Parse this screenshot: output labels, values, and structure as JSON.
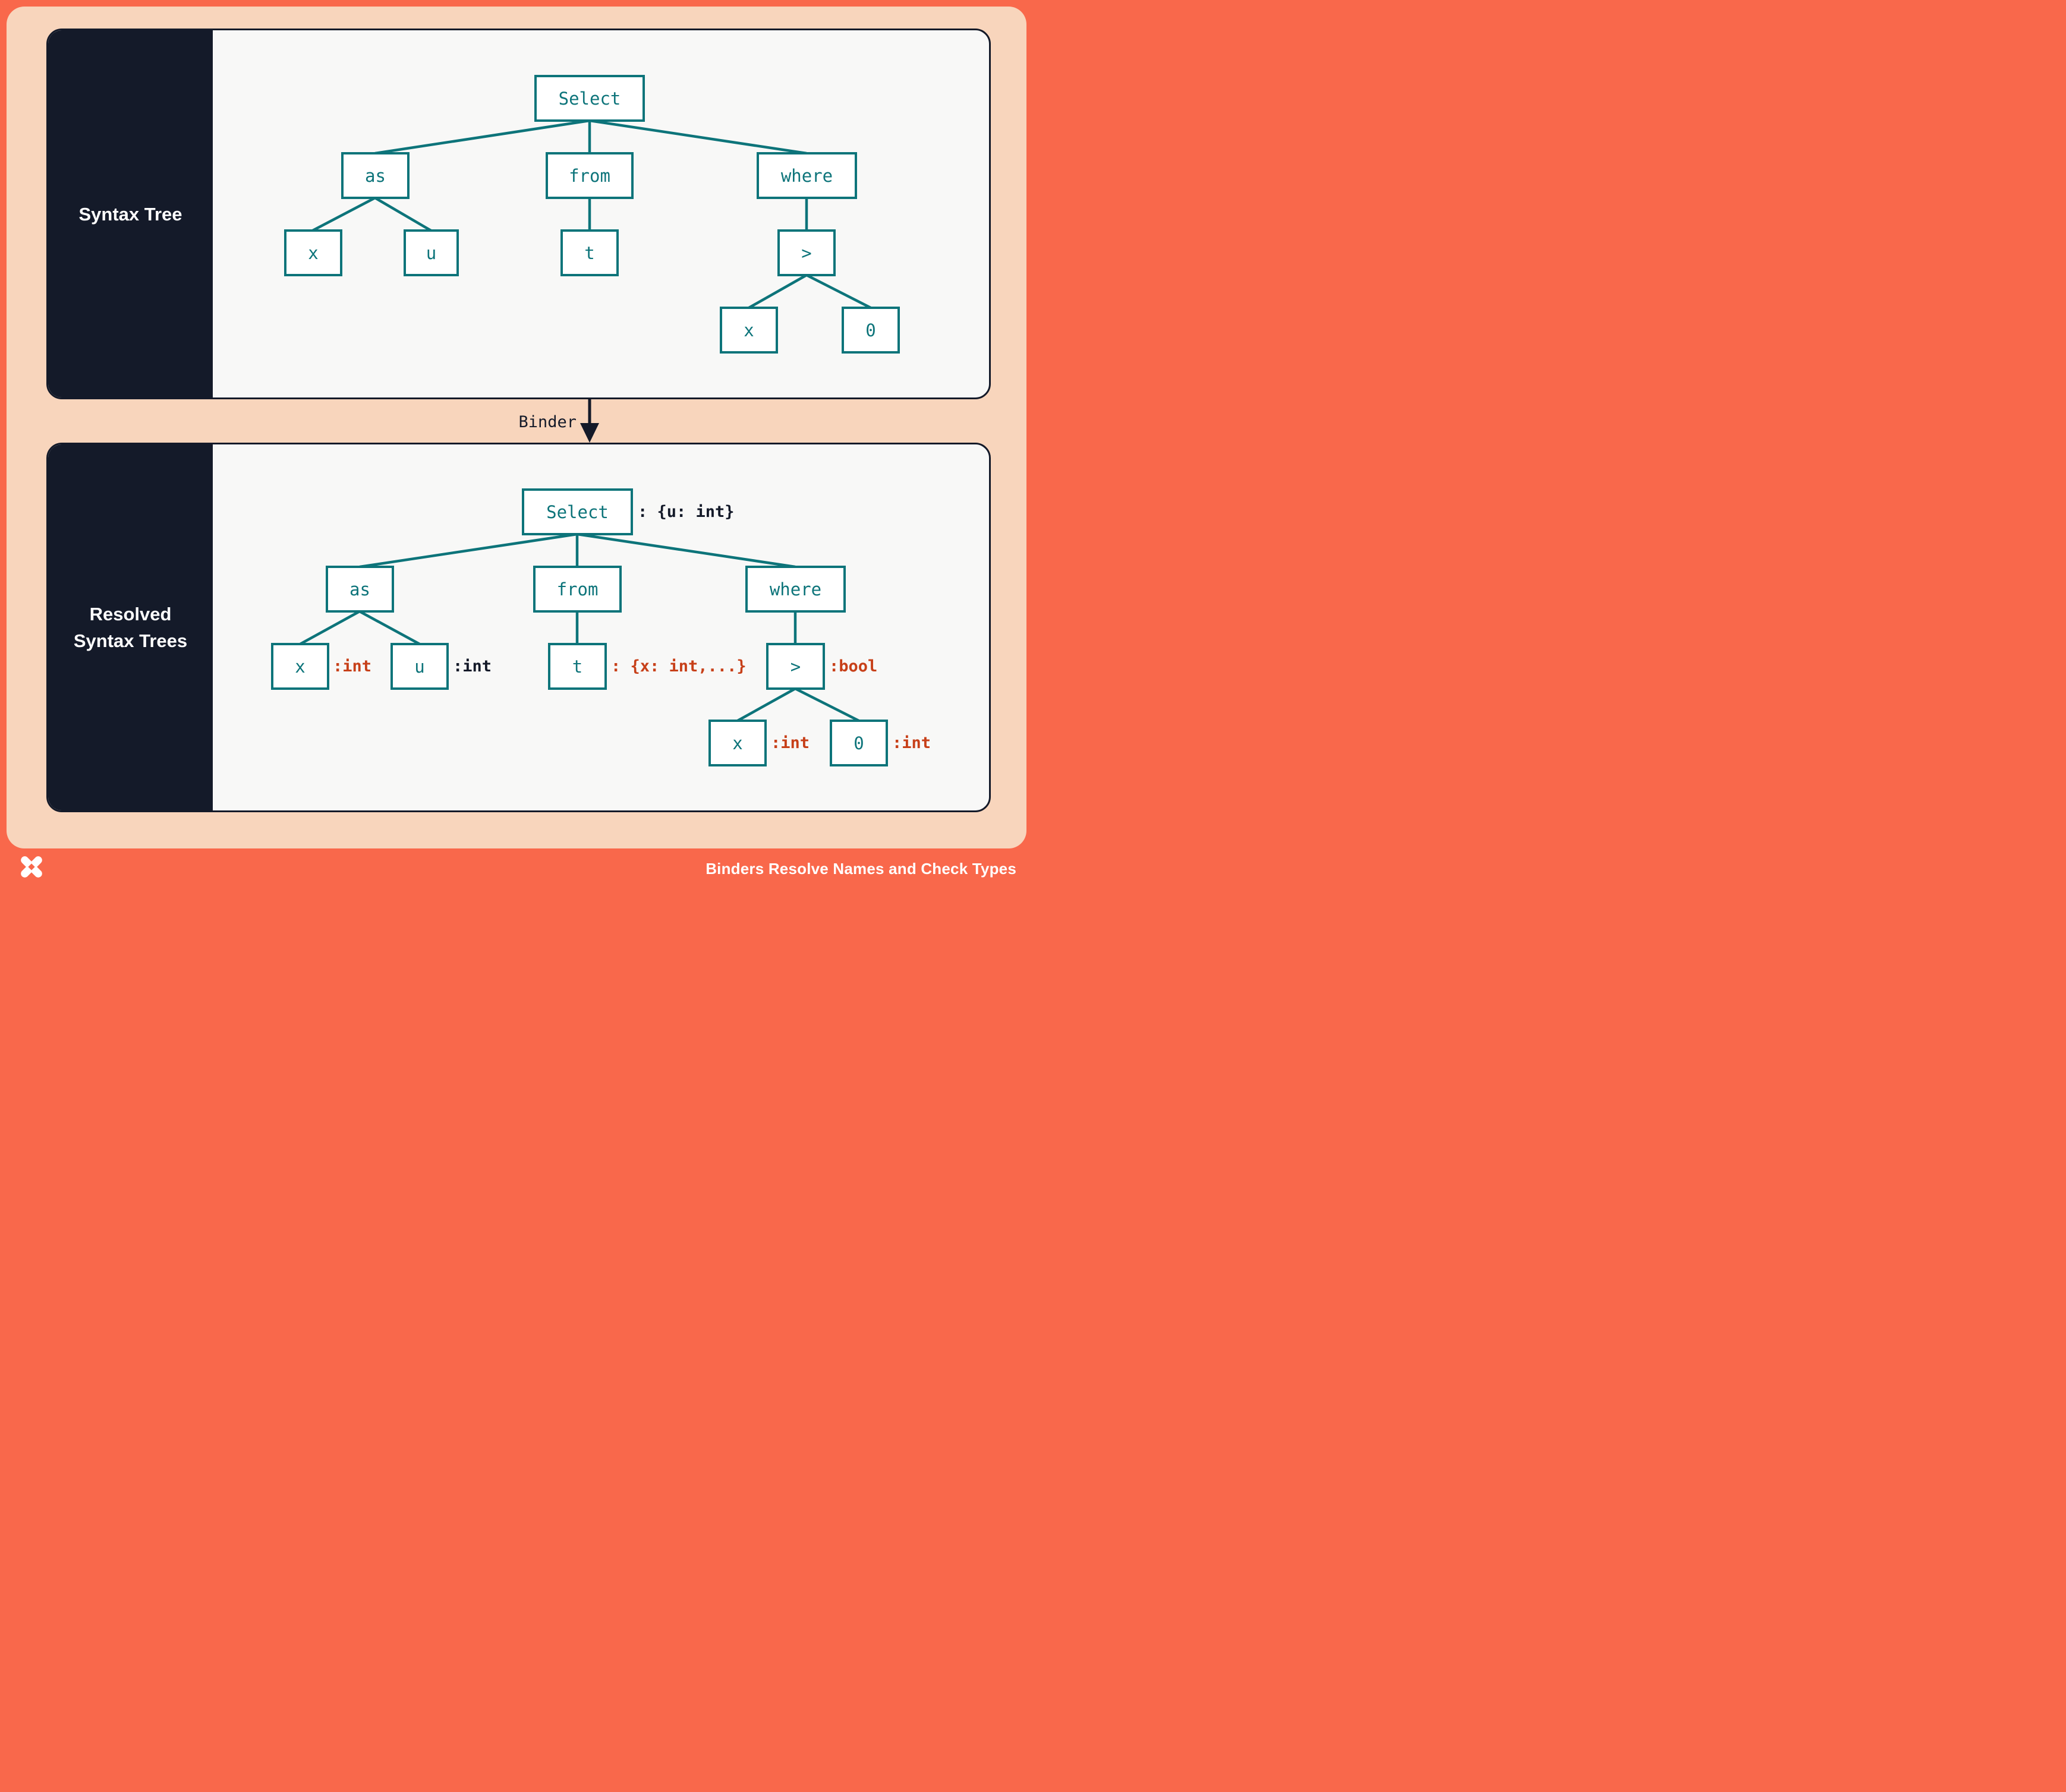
{
  "panels": {
    "syntax_tree": {
      "label": "Syntax Tree",
      "nodes": {
        "select": "Select",
        "as": "as",
        "from": "from",
        "where": "where",
        "x": "x",
        "u": "u",
        "t": "t",
        "gt": ">",
        "x2": "x",
        "zero": "0"
      }
    },
    "resolved": {
      "label_line1": "Resolved",
      "label_line2": "Syntax Trees",
      "nodes": {
        "select": "Select",
        "as": "as",
        "from": "from",
        "where": "where",
        "x": "x",
        "u": "u",
        "t": "t",
        "gt": ">",
        "x2": "x",
        "zero": "0"
      },
      "annotations": {
        "select": ": {u: int}",
        "x": ":int",
        "u": ":int",
        "t": ": {x: int,...}",
        "gt": ":bool",
        "x2": ":int",
        "zero": ":int"
      }
    }
  },
  "binder": {
    "label": "Binder"
  },
  "footer": {
    "title": "Binders Resolve Names and Check Types",
    "logo": "pinwheel-x-logo"
  },
  "colors": {
    "coral": "#F9684B",
    "peach": "#F8D5BC",
    "navy": "#141A29",
    "teal": "#0D747A",
    "annotation_red": "#C74019",
    "panel_background": "#F8F8F7"
  }
}
